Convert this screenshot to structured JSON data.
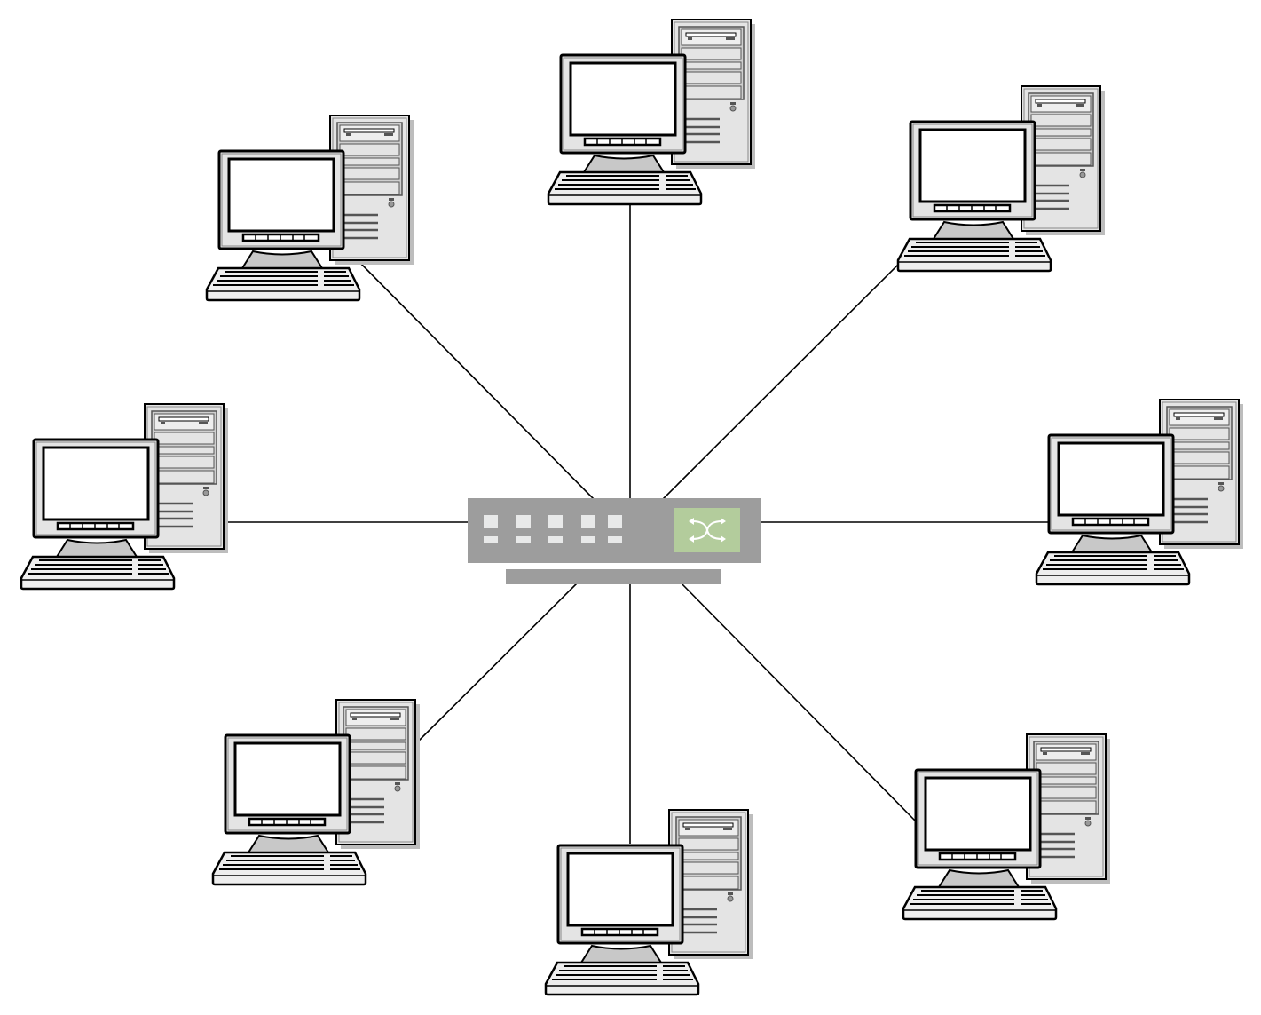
{
  "diagram": {
    "topology": "star",
    "hub": {
      "kind": "network-switch",
      "ports": 5
    },
    "workstation_count": 8,
    "colors": {
      "switch_body": "#9d9d9d",
      "switch_port": "#e8e9e9",
      "switch_indicator": "#b3cc9c",
      "link": "#000000",
      "computer_case": "#e4e4e4",
      "computer_outline": "#000000"
    }
  }
}
